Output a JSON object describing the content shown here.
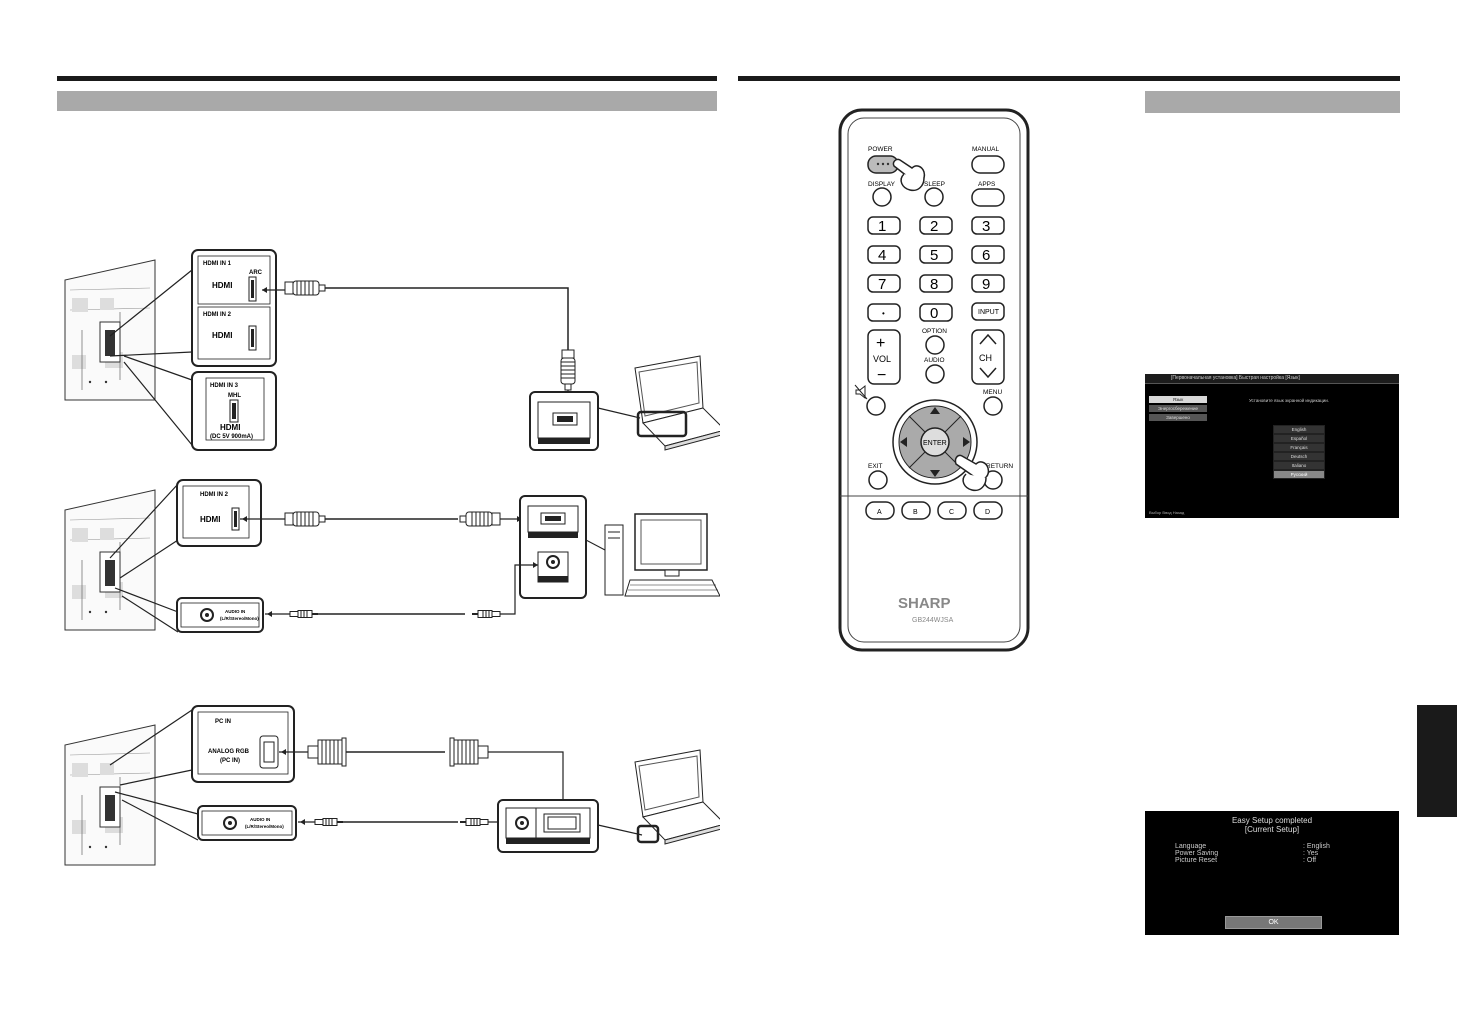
{
  "left_diagram": {
    "hdmi_box1": {
      "port1": "HDMI IN 1",
      "arc": "ARC",
      "hdmi_logo1": "HDMI",
      "port2": "HDMI IN 2",
      "hdmi_logo2": "HDMI"
    },
    "hdmi_box2": {
      "port": "HDMI IN 3",
      "mhl": "MHL",
      "hdmi_logo": "HDMI",
      "spec": "(DC 5V 900mA)"
    },
    "pc_hdmi_box": {
      "port": "HDMI IN 2",
      "hdmi_logo": "HDMI"
    },
    "audio_box1": {
      "line1": "AUDIO IN",
      "line2": "(L/R/Stereo/Mono)"
    },
    "pc_in_box": {
      "port": "PC IN",
      "line1": "ANALOG RGB",
      "line2": "(PC IN)"
    },
    "audio_box2": {
      "line1": "AUDIO IN",
      "line2": "(L/R/Stereo/Mono)"
    }
  },
  "remote": {
    "brand": "SHARP",
    "model": "GB244WJSA",
    "labels": {
      "power": "POWER",
      "manual": "MANUAL",
      "display": "DISPLAY",
      "sleep": "SLEEP",
      "apps": "APPS",
      "option": "OPTION",
      "audio": "AUDIO",
      "input": "INPUT",
      "menu": "MENU",
      "exit": "EXIT",
      "return": "RETURN",
      "enter": "ENTER",
      "vol": "VOL",
      "ch": "CH",
      "plus": "+",
      "minus": "−",
      "dot": "•"
    },
    "digits": [
      "1",
      "2",
      "3",
      "4",
      "5",
      "6",
      "7",
      "8",
      "9",
      "0"
    ],
    "color_buttons": [
      "A",
      "B",
      "C",
      "D"
    ]
  },
  "osd1": {
    "title": "[Первоначальная установка] Быстрая настройка [Язык]",
    "side_items": [
      "Язык",
      "Энергосбережение",
      "Завершено"
    ],
    "prompt": "Установите язык экранной индикации.",
    "languages": [
      "English",
      "Español",
      "Français",
      "Deutsch",
      "Italiano",
      "Русский"
    ],
    "selected_language": "Русский",
    "footer": "Выбор  Ввод  Назад"
  },
  "osd2": {
    "title1": "Easy Setup completed",
    "title2": "[Current Setup]",
    "rows": [
      {
        "key": "Language",
        "value": ": English"
      },
      {
        "key": "Power Saving",
        "value": ": Yes"
      },
      {
        "key": "Picture Reset",
        "value": ": Off"
      }
    ],
    "ok": "OK"
  }
}
